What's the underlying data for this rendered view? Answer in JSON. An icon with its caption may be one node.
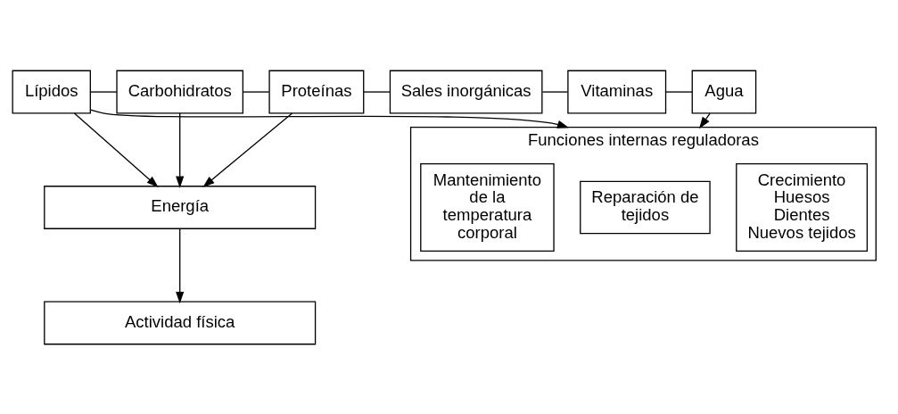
{
  "diagram": {
    "nodes": [
      {
        "text": [
          "Lípidos"
        ]
      },
      {
        "text": [
          "Carbohidratos"
        ]
      },
      {
        "text": [
          "Proteínas"
        ]
      },
      {
        "text": [
          "Sales inorgánicas"
        ]
      },
      {
        "text": [
          "Vitaminas"
        ]
      },
      {
        "text": [
          "Agua"
        ]
      },
      {
        "text": [
          "Energía"
        ]
      },
      {
        "text": [
          "Actividad física"
        ]
      },
      {
        "text": [
          "Funciones internas reguladoras"
        ]
      },
      {
        "text": [
          "Crecimiento",
          "Huesos",
          "Dientes",
          "Nuevos tejidos"
        ],
        "in": 8
      },
      {
        "text": [
          "Reparación de tejidos"
        ],
        "in": 8
      },
      {
        "text": [
          "Mantenimiento de la temperatura corporal"
        ],
        "in": 8
      }
    ],
    "edges": [
      {
        "from": 0,
        "to": 1,
        "arrow": "none"
      },
      {
        "from": 1,
        "to": 2,
        "arrow": "none"
      },
      {
        "from": 2,
        "to": 3,
        "arrow": "none"
      },
      {
        "from": 3,
        "to": 4,
        "arrow": "none"
      },
      {
        "from": 4,
        "to": 5,
        "arrow": "none"
      },
      {
        "from": 0,
        "to": 6,
        "arrow": "to"
      },
      {
        "from": 1,
        "to": 6,
        "arrow": "to"
      },
      {
        "from": 2,
        "to": 6,
        "arrow": "to"
      },
      {
        "from": 0,
        "to": 8,
        "arrow": "to"
      },
      {
        "from": 5,
        "to": 8,
        "arrow": "to"
      },
      {
        "from": 6,
        "to": 7,
        "arrow": "to"
      }
    ]
  }
}
